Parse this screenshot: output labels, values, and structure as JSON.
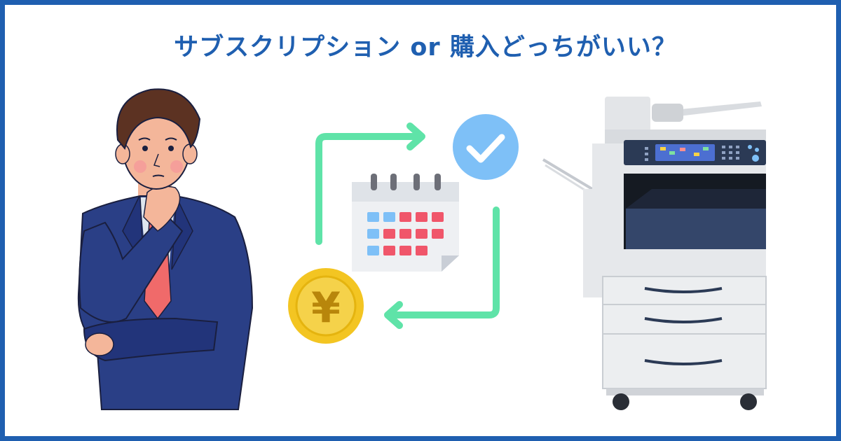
{
  "banner": {
    "title": "サブスクリプション or 購入どっちがいい？",
    "border_color": "#1f5fb0",
    "title_color": "#1f5fb0"
  },
  "coin": {
    "symbol": "¥",
    "icon": "yen-coin-icon"
  },
  "icons": {
    "person": "thinking-businessman-illustration",
    "calendar": "calendar-icon",
    "check": "check-circle-icon",
    "cycle": "cycle-arrows-icon",
    "printer": "multifunction-printer-illustration"
  }
}
